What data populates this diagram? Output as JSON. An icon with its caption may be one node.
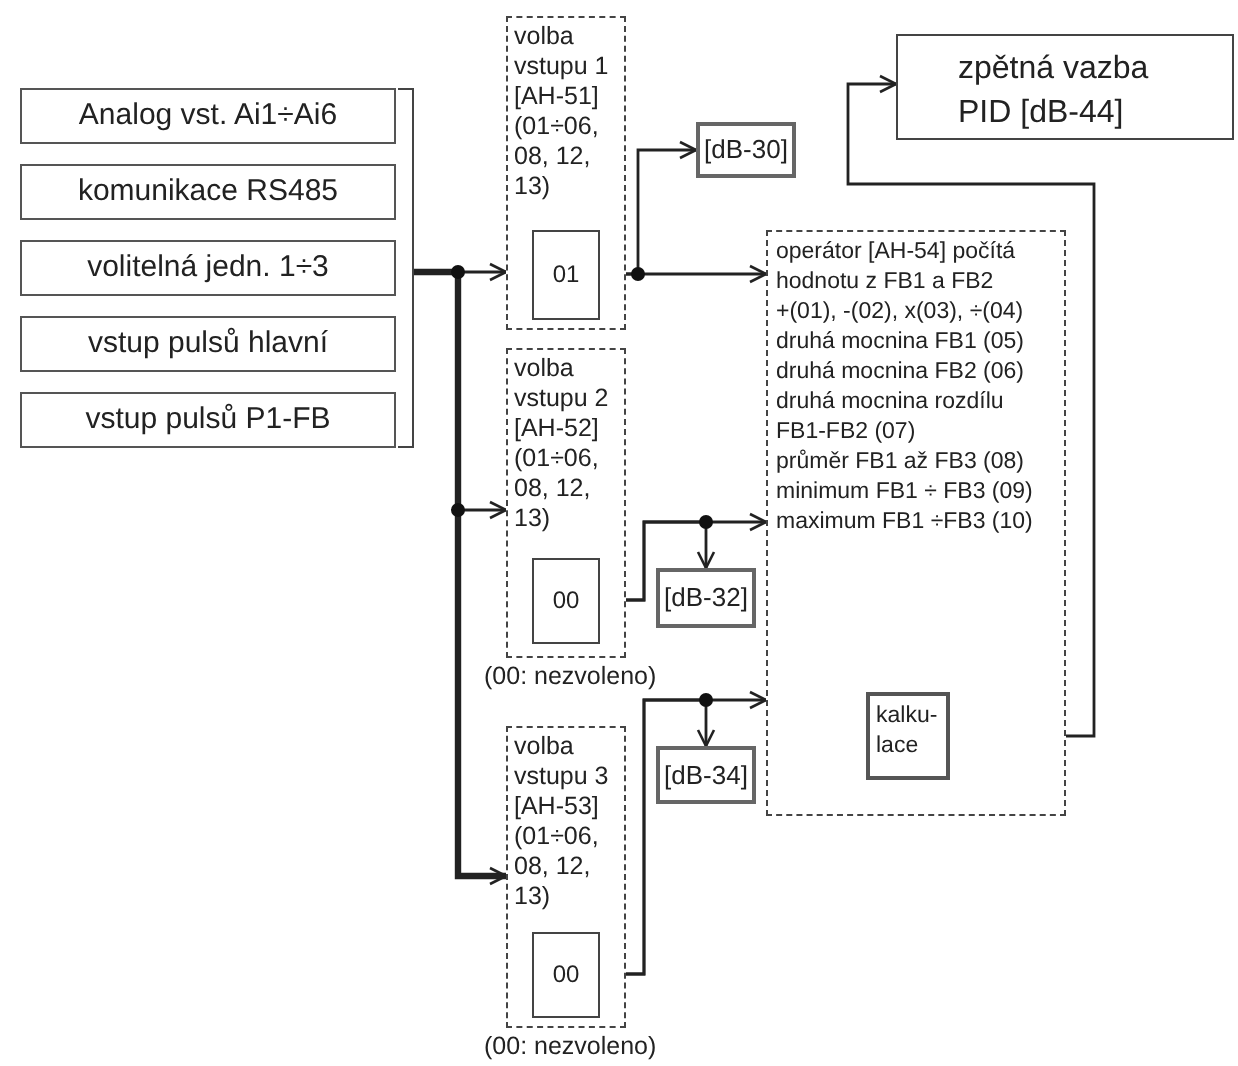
{
  "diagram": {
    "nodes": [
      {
        "text": [
          "Analog vst. Ai1÷Ai6"
        ]
      },
      {
        "text": [
          "komunikace RS485"
        ]
      },
      {
        "text": [
          "volitelná jedn. 1÷3"
        ]
      },
      {
        "text": [
          "vstup pulsů hlavní"
        ]
      },
      {
        "text": [
          "vstup pulsů P1-FB"
        ]
      },
      {
        "text": [
          "volba vstupu 1 [AH-51] (01÷06, 08, 12, 13)"
        ]
      },
      {
        "text": [
          "01"
        ],
        "in": 5
      },
      {
        "text": [
          "volba vstupu 2 [AH-52] (01÷06, 08, 12, 13)"
        ],
        "beside": [
          "(00: nezvoleno)"
        ]
      },
      {
        "text": [
          "00"
        ],
        "in": 7
      },
      {
        "text": [
          "volba vstupu 3 [AH-53] (01÷06, 08, 12, 13)"
        ],
        "beside": [
          "(00: nezvoleno)"
        ]
      },
      {
        "text": [
          "00"
        ],
        "in": 9
      },
      {
        "text": [
          "[dB-30]"
        ]
      },
      {
        "text": [
          "[dB-32]"
        ]
      },
      {
        "text": [
          "[dB-34]"
        ]
      },
      {
        "text": [
          "operátor [AH-54] počítá hodnotu z FB1 a FB2",
          "+(01), -(02), x(03), ÷(04)",
          "druhá mocnina FB1 (05)",
          "druhá mocnina FB2 (06)",
          "druhá mocnina rozdílu FB1-FB2 (07)",
          "průměr FB1 až FB3 (08)",
          "minimum FB1 ÷ FB3 (09)",
          "maximum FB1 ÷FB3 (10)"
        ]
      },
      {
        "text": [
          "kalku-lace"
        ],
        "in": 14
      },
      {
        "text": [
          "zpětná vazba PID [dB-44]"
        ]
      },
      {
        "text": [],
        "shape": "bracket"
      }
    ],
    "edges": [
      {
        "from": 17,
        "to": 5,
        "arrow": "to"
      },
      {
        "from": 17,
        "to": 7,
        "arrow": "to"
      },
      {
        "from": 17,
        "to": 9,
        "arrow": "to",
        "style": "thick"
      },
      {
        "from": 6,
        "to": 11,
        "arrow": "to"
      },
      {
        "from": 6,
        "to": 14,
        "arrow": "to"
      },
      {
        "from": 8,
        "to": 14,
        "arrow": "to"
      },
      {
        "from": 8,
        "to": 12,
        "arrow": "to"
      },
      {
        "from": 10,
        "to": 14,
        "arrow": "to"
      },
      {
        "from": 10,
        "to": 13,
        "arrow": "to"
      },
      {
        "from": 15,
        "to": 16,
        "arrow": "to"
      }
    ]
  }
}
